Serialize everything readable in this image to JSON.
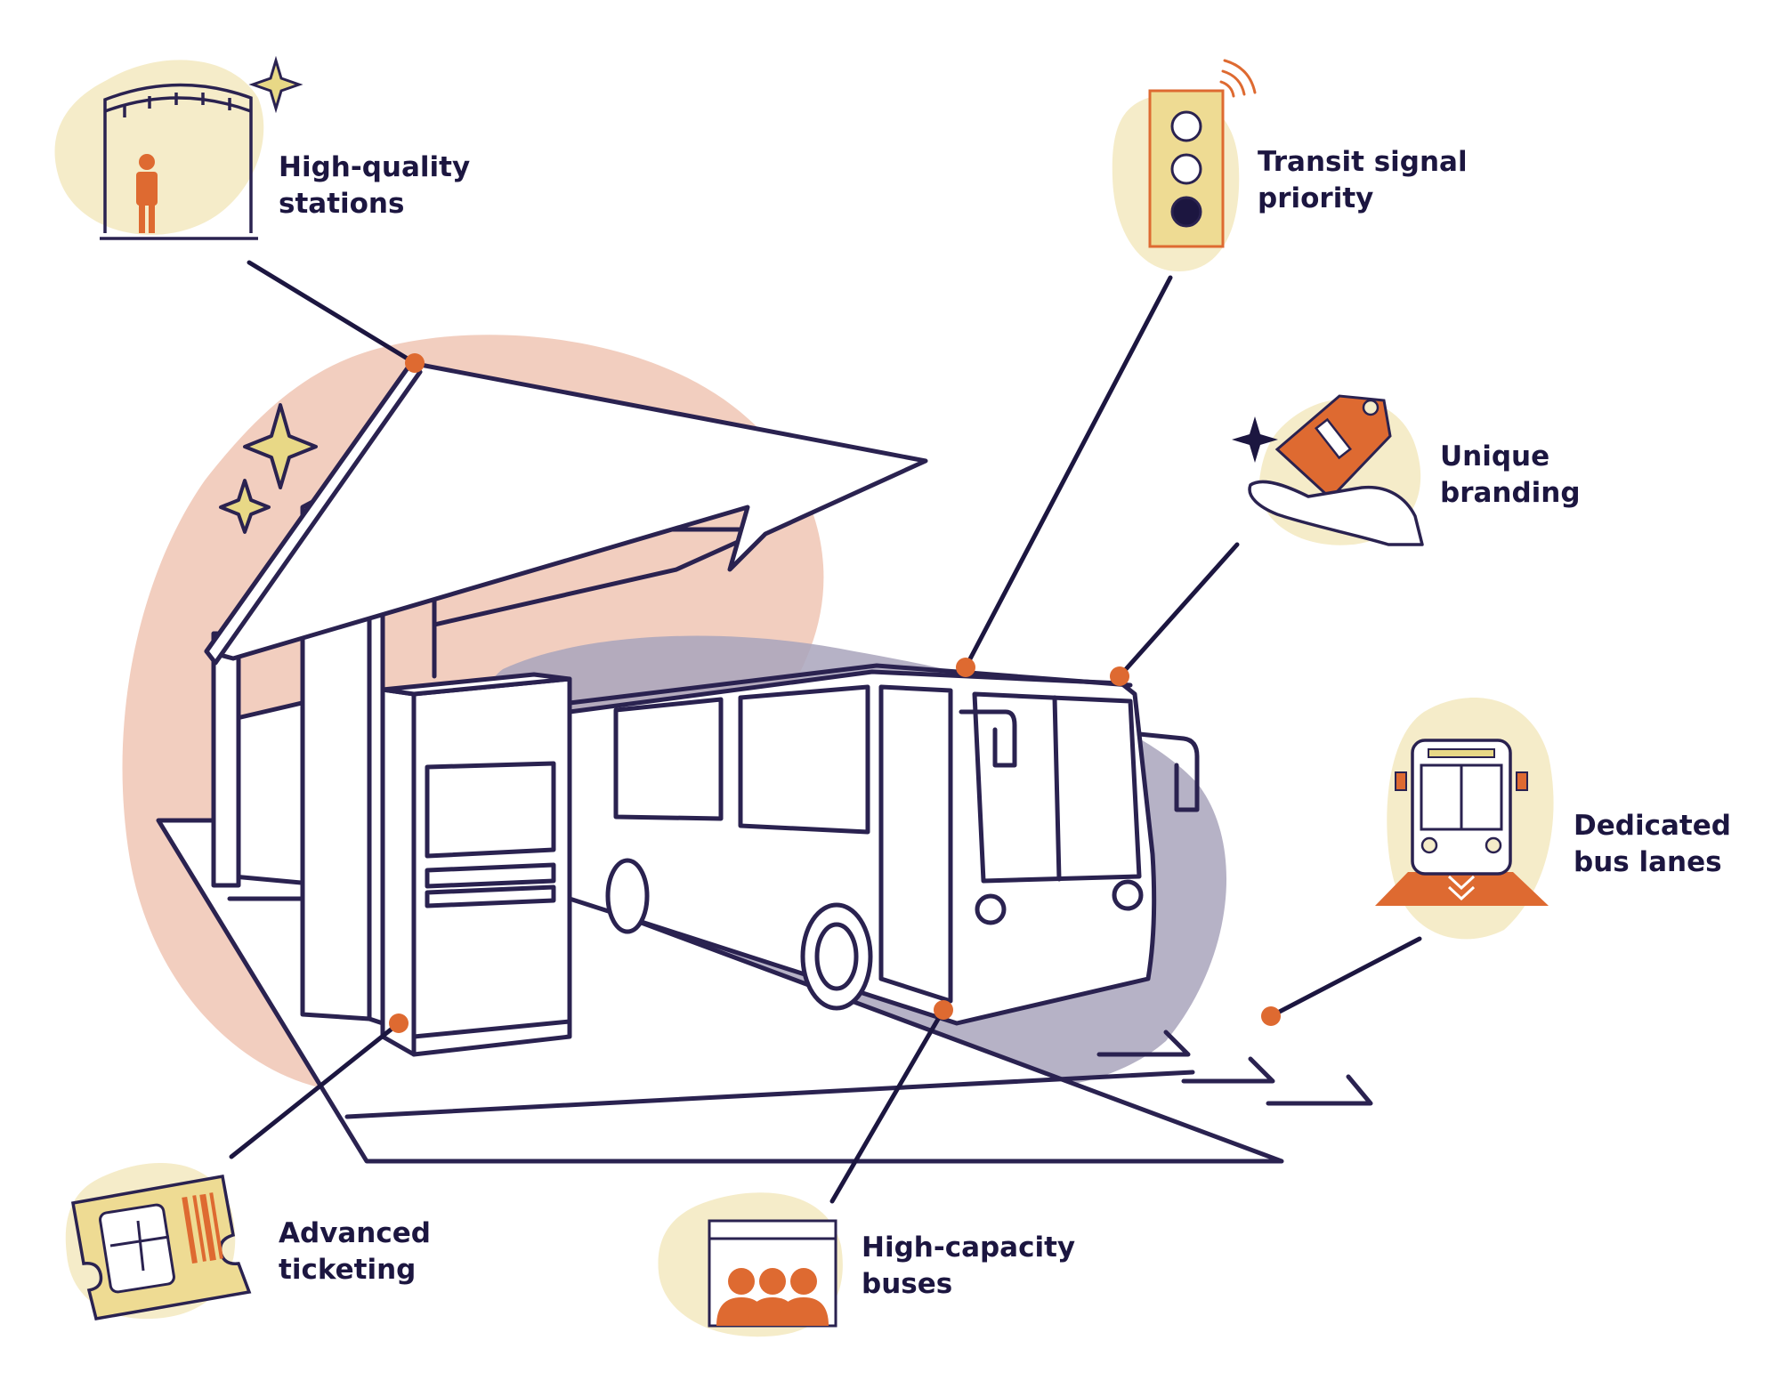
{
  "colors": {
    "ink": "#2a2250",
    "label_text": "#1c1640",
    "accent_orange": "#de6a31",
    "blob_cream": "#f5ecc9",
    "blob_pink": "#f2cebf",
    "blob_slate": "#a9a4bc",
    "star_yellow": "#e8d886",
    "ticket_yellow": "#eedb93"
  },
  "features": [
    {
      "id": "stations",
      "lines": [
        "High-quality",
        "stations"
      ],
      "icon": "station-shelter-icon"
    },
    {
      "id": "signal",
      "lines": [
        "Transit signal",
        "priority"
      ],
      "icon": "traffic-light-icon"
    },
    {
      "id": "branding",
      "lines": [
        "Unique",
        "branding"
      ],
      "icon": "brand-tag-hand-icon"
    },
    {
      "id": "lanes",
      "lines": [
        "Dedicated",
        "bus lanes"
      ],
      "icon": "bus-lane-icon"
    },
    {
      "id": "ticketing",
      "lines": [
        "Advanced",
        "ticketing"
      ],
      "icon": "bus-ticket-icon"
    },
    {
      "id": "capacity",
      "lines": [
        "High-capacity",
        "buses"
      ],
      "icon": "passengers-icon"
    }
  ]
}
